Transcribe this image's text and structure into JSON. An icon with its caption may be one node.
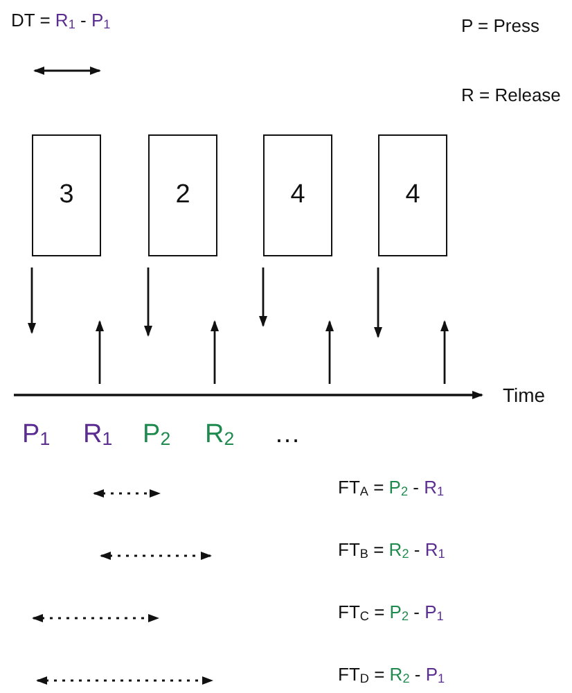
{
  "diagram": {
    "nodes": [
      {
        "text": [
          "3"
        ]
      },
      {
        "text": [
          "2"
        ]
      },
      {
        "text": [
          "4"
        ]
      },
      {
        "text": [
          "4"
        ]
      }
    ],
    "labels": [
      "DT = R$_{1}$ - P$_{1}$",
      "P = Press",
      "R = Release",
      "Time",
      "P$_{1}$",
      "R$_{1}$",
      "P$_{2}$",
      "R$_{2}$",
      "…",
      "FT$_{A}$ = P$_{2}$ - R$_{1}$",
      "FT$_{B}$ = R$_{2}$ - R$_{1}$",
      "FT$_{C}$ = P$_{2}$ - P$_{1}$",
      "FT$_{D}$ = R$_{2}$ - P$_{1}$"
    ]
  }
}
